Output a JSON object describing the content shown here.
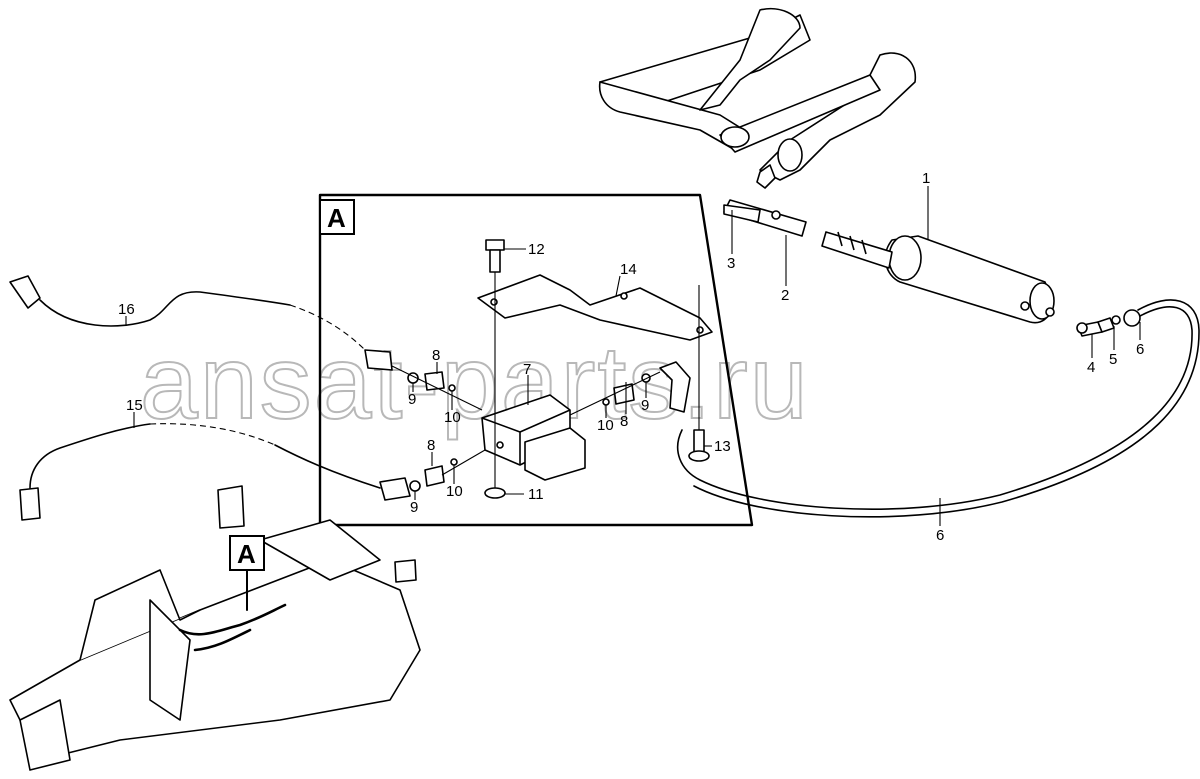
{
  "watermark": "ansat-parts.ru",
  "detail_box_label": "A",
  "locator_label": "A",
  "callouts": [
    "1",
    "2",
    "3",
    "4",
    "5",
    "6",
    "6",
    "7",
    "8",
    "8",
    "8",
    "9",
    "9",
    "9",
    "10",
    "10",
    "10",
    "11",
    "12",
    "13",
    "14",
    "15",
    "16"
  ]
}
